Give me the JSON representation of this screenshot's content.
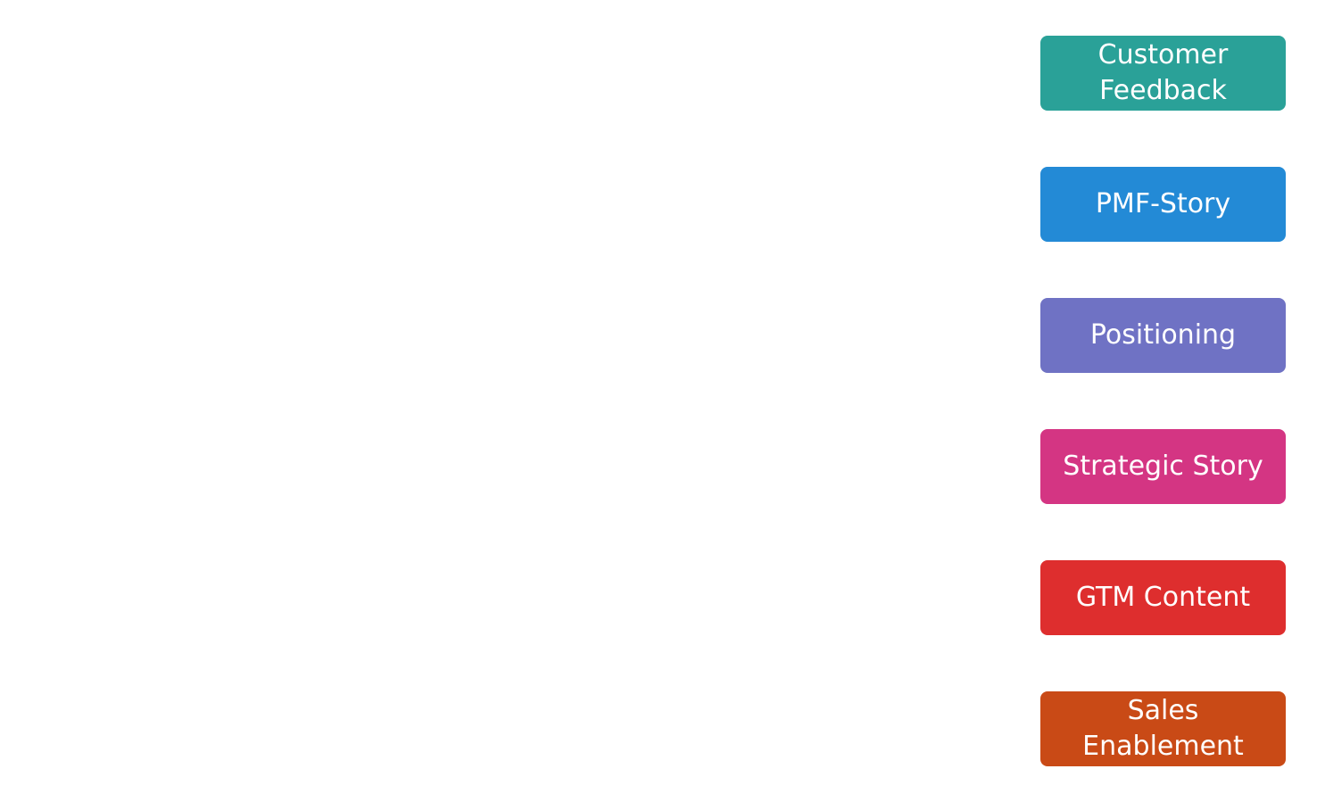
{
  "boxes": [
    {
      "label": "Customer Feedback",
      "color": "#2aa198"
    },
    {
      "label": "PMF-Story",
      "color": "#238ad6"
    },
    {
      "label": "Positioning",
      "color": "#6f72c4"
    },
    {
      "label": "Strategic Story",
      "color": "#d43583"
    },
    {
      "label": "GTM Content",
      "color": "#de2e2e"
    },
    {
      "label": "Sales Enablement",
      "color": "#c94a16"
    }
  ]
}
